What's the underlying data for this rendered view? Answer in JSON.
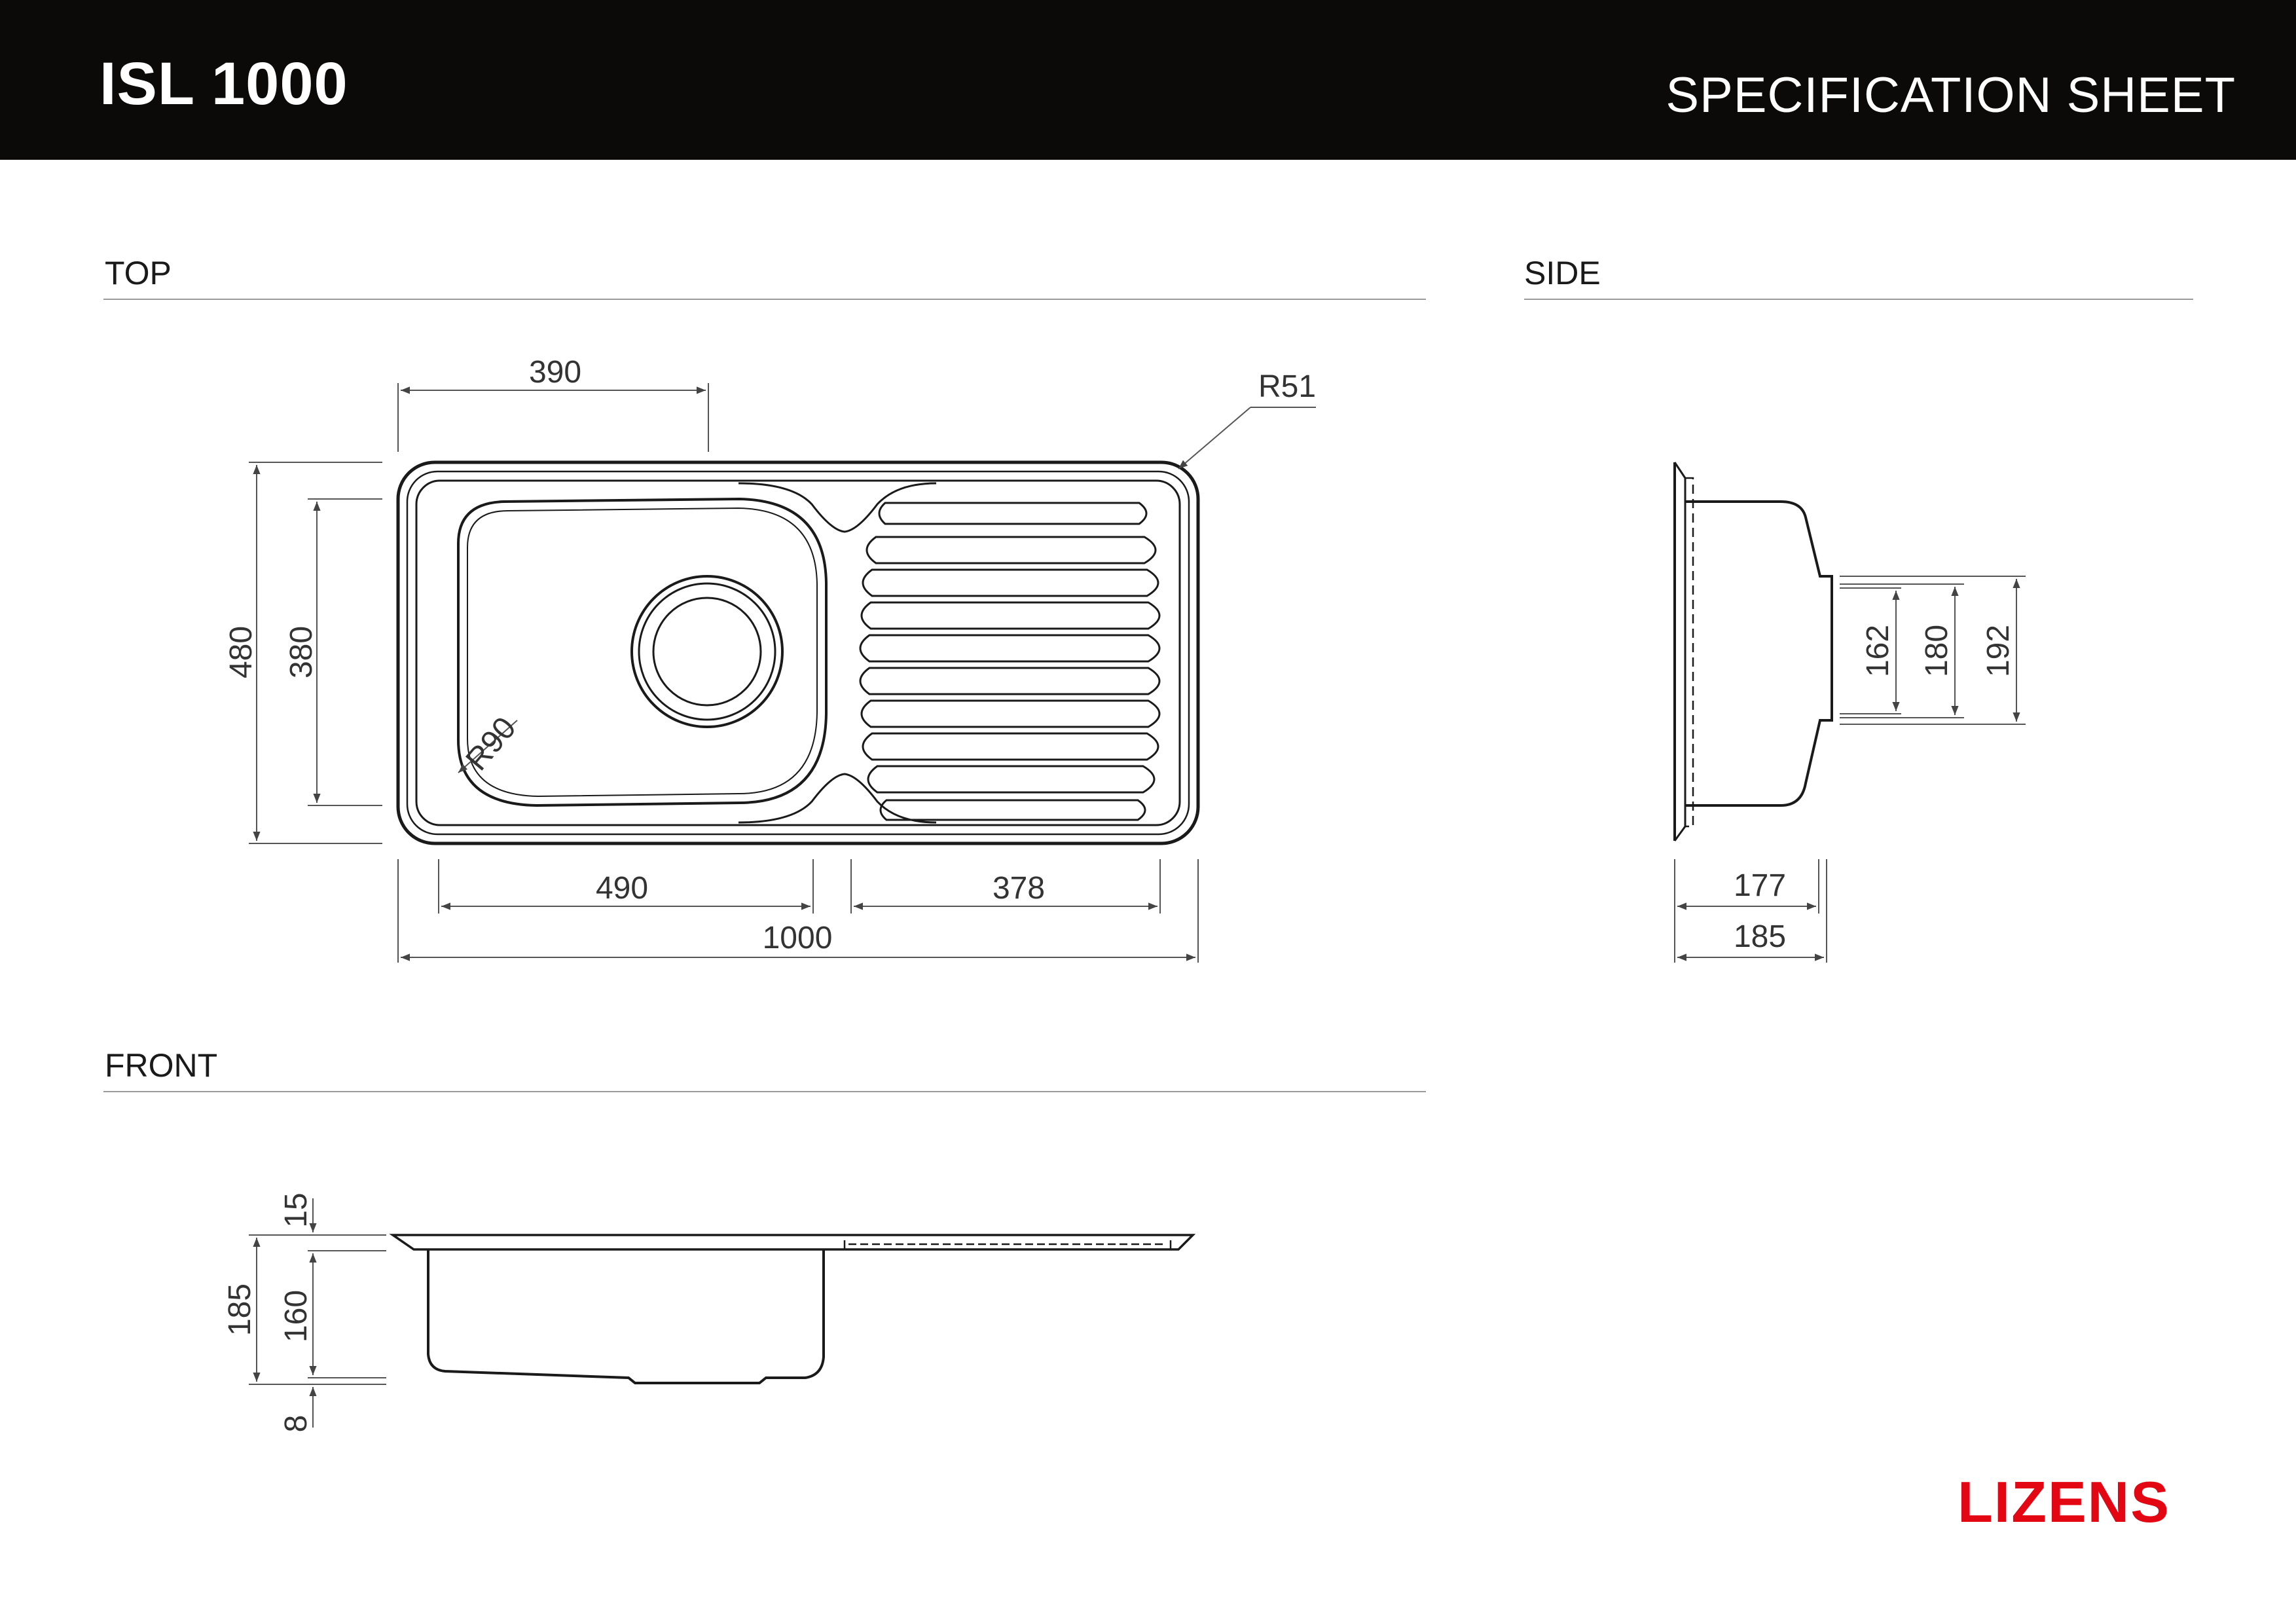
{
  "header": {
    "model": "ISL 1000",
    "document_type": "SPECIFICATION SHEET"
  },
  "sections": {
    "top": "TOP",
    "side": "SIDE",
    "front": "FRONT"
  },
  "top_view": {
    "overall_length": "1000",
    "overall_width": "480",
    "bowl_inner_width": "380",
    "bowl_length": "490",
    "drainer_length": "378",
    "bowl_center_offset": "390",
    "corner_radius": "R51",
    "bowl_radius": "R90"
  },
  "side_view": {
    "depth_162": "162",
    "depth_180": "180",
    "depth_192": "192",
    "width_177": "177",
    "width_185": "185"
  },
  "front_view": {
    "flange": "15",
    "total_height": "185",
    "bowl_depth": "160",
    "bottom": "8"
  },
  "brand": {
    "logo_text": "LIZENS",
    "color": "#e30613"
  },
  "colors": {
    "header_bg": "#0b0a08",
    "line": "#1a1a1a",
    "dimension": "#555555"
  }
}
